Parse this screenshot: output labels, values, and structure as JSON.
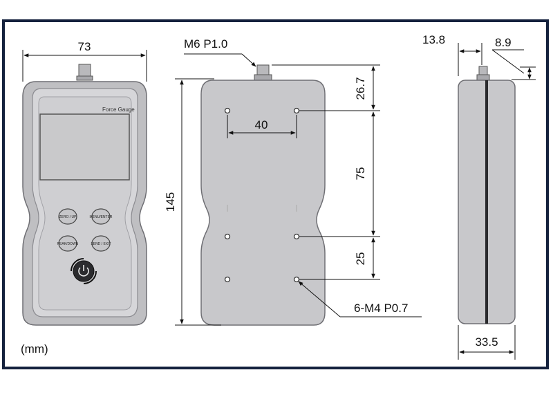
{
  "colors": {
    "frame": "#14213d",
    "body_fill": "#c8c8cb",
    "body_stroke": "#6f6f74",
    "screen": "#cfcfd1",
    "line": "#111111"
  },
  "front_view": {
    "brand_label": "Force Gauge",
    "buttons": [
      "ZERO / UP",
      "MENU/ENTER",
      "PEAK/DOWN",
      "SEND / EXIT"
    ],
    "power_icon": "power-icon"
  },
  "dimensions": {
    "width": "73",
    "height": "145",
    "connector_thread": "M6 P1.0",
    "top_offset": "26.7",
    "hole_spacing_h": "40",
    "hole_spacing_v1": "75",
    "hole_spacing_v2": "25",
    "mount_holes": "6-M4 P0.7",
    "side_offset": "13.8",
    "side_step": "8.9",
    "depth": "33.5"
  },
  "units_label": "(mm)"
}
